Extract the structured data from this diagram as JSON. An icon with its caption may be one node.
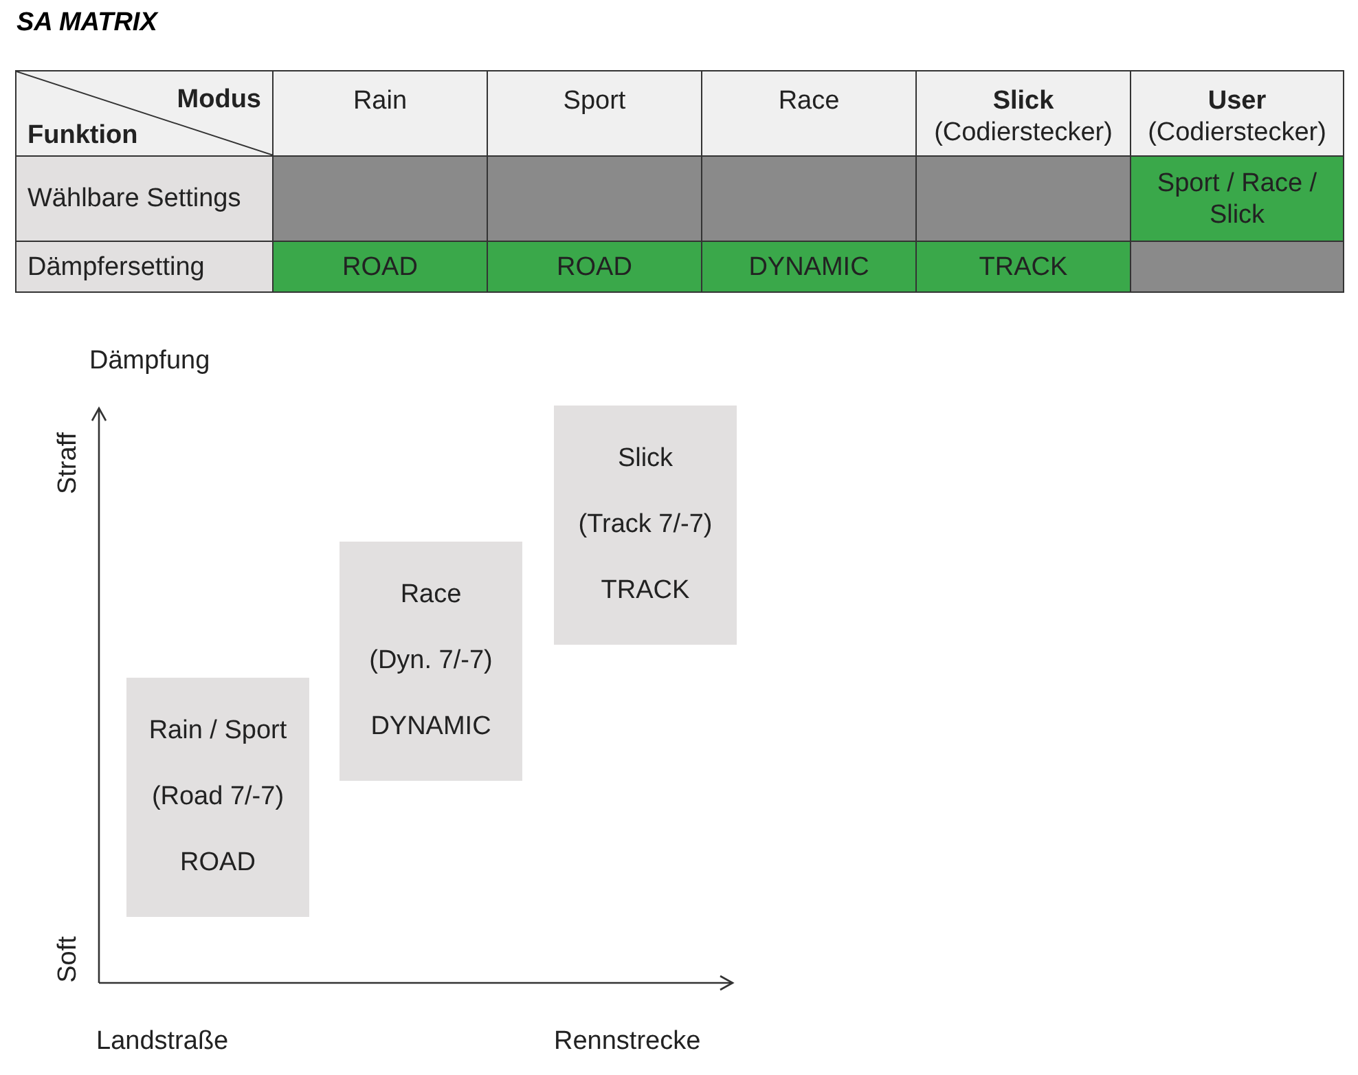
{
  "diagram": {
    "title": "SA MATRIX",
    "nodes": [
      {
        "text": [
          "Rain / Sport",
          "(Road 7/-7)",
          "ROAD"
        ]
      },
      {
        "text": [
          "Race",
          "(Dyn. 7/-7)",
          "DYNAMIC"
        ]
      },
      {
        "text": [
          "Slick",
          "(Track 7/-7)",
          "TRACK"
        ]
      }
    ],
    "labels": [
      "Modus",
      "Funktion",
      "Rain",
      "Sport",
      "Race",
      "Slick",
      "(Codierstecker)",
      "User",
      "(Codierstecker)",
      "Wählbare Settings",
      "Sport / Race / Slick",
      "Dämpfersetting",
      "ROAD",
      "ROAD",
      "DYNAMIC",
      "TRACK",
      "Dämpfung",
      "Straff",
      "Soft",
      "Landstraße",
      "Rennstrecke"
    ]
  }
}
